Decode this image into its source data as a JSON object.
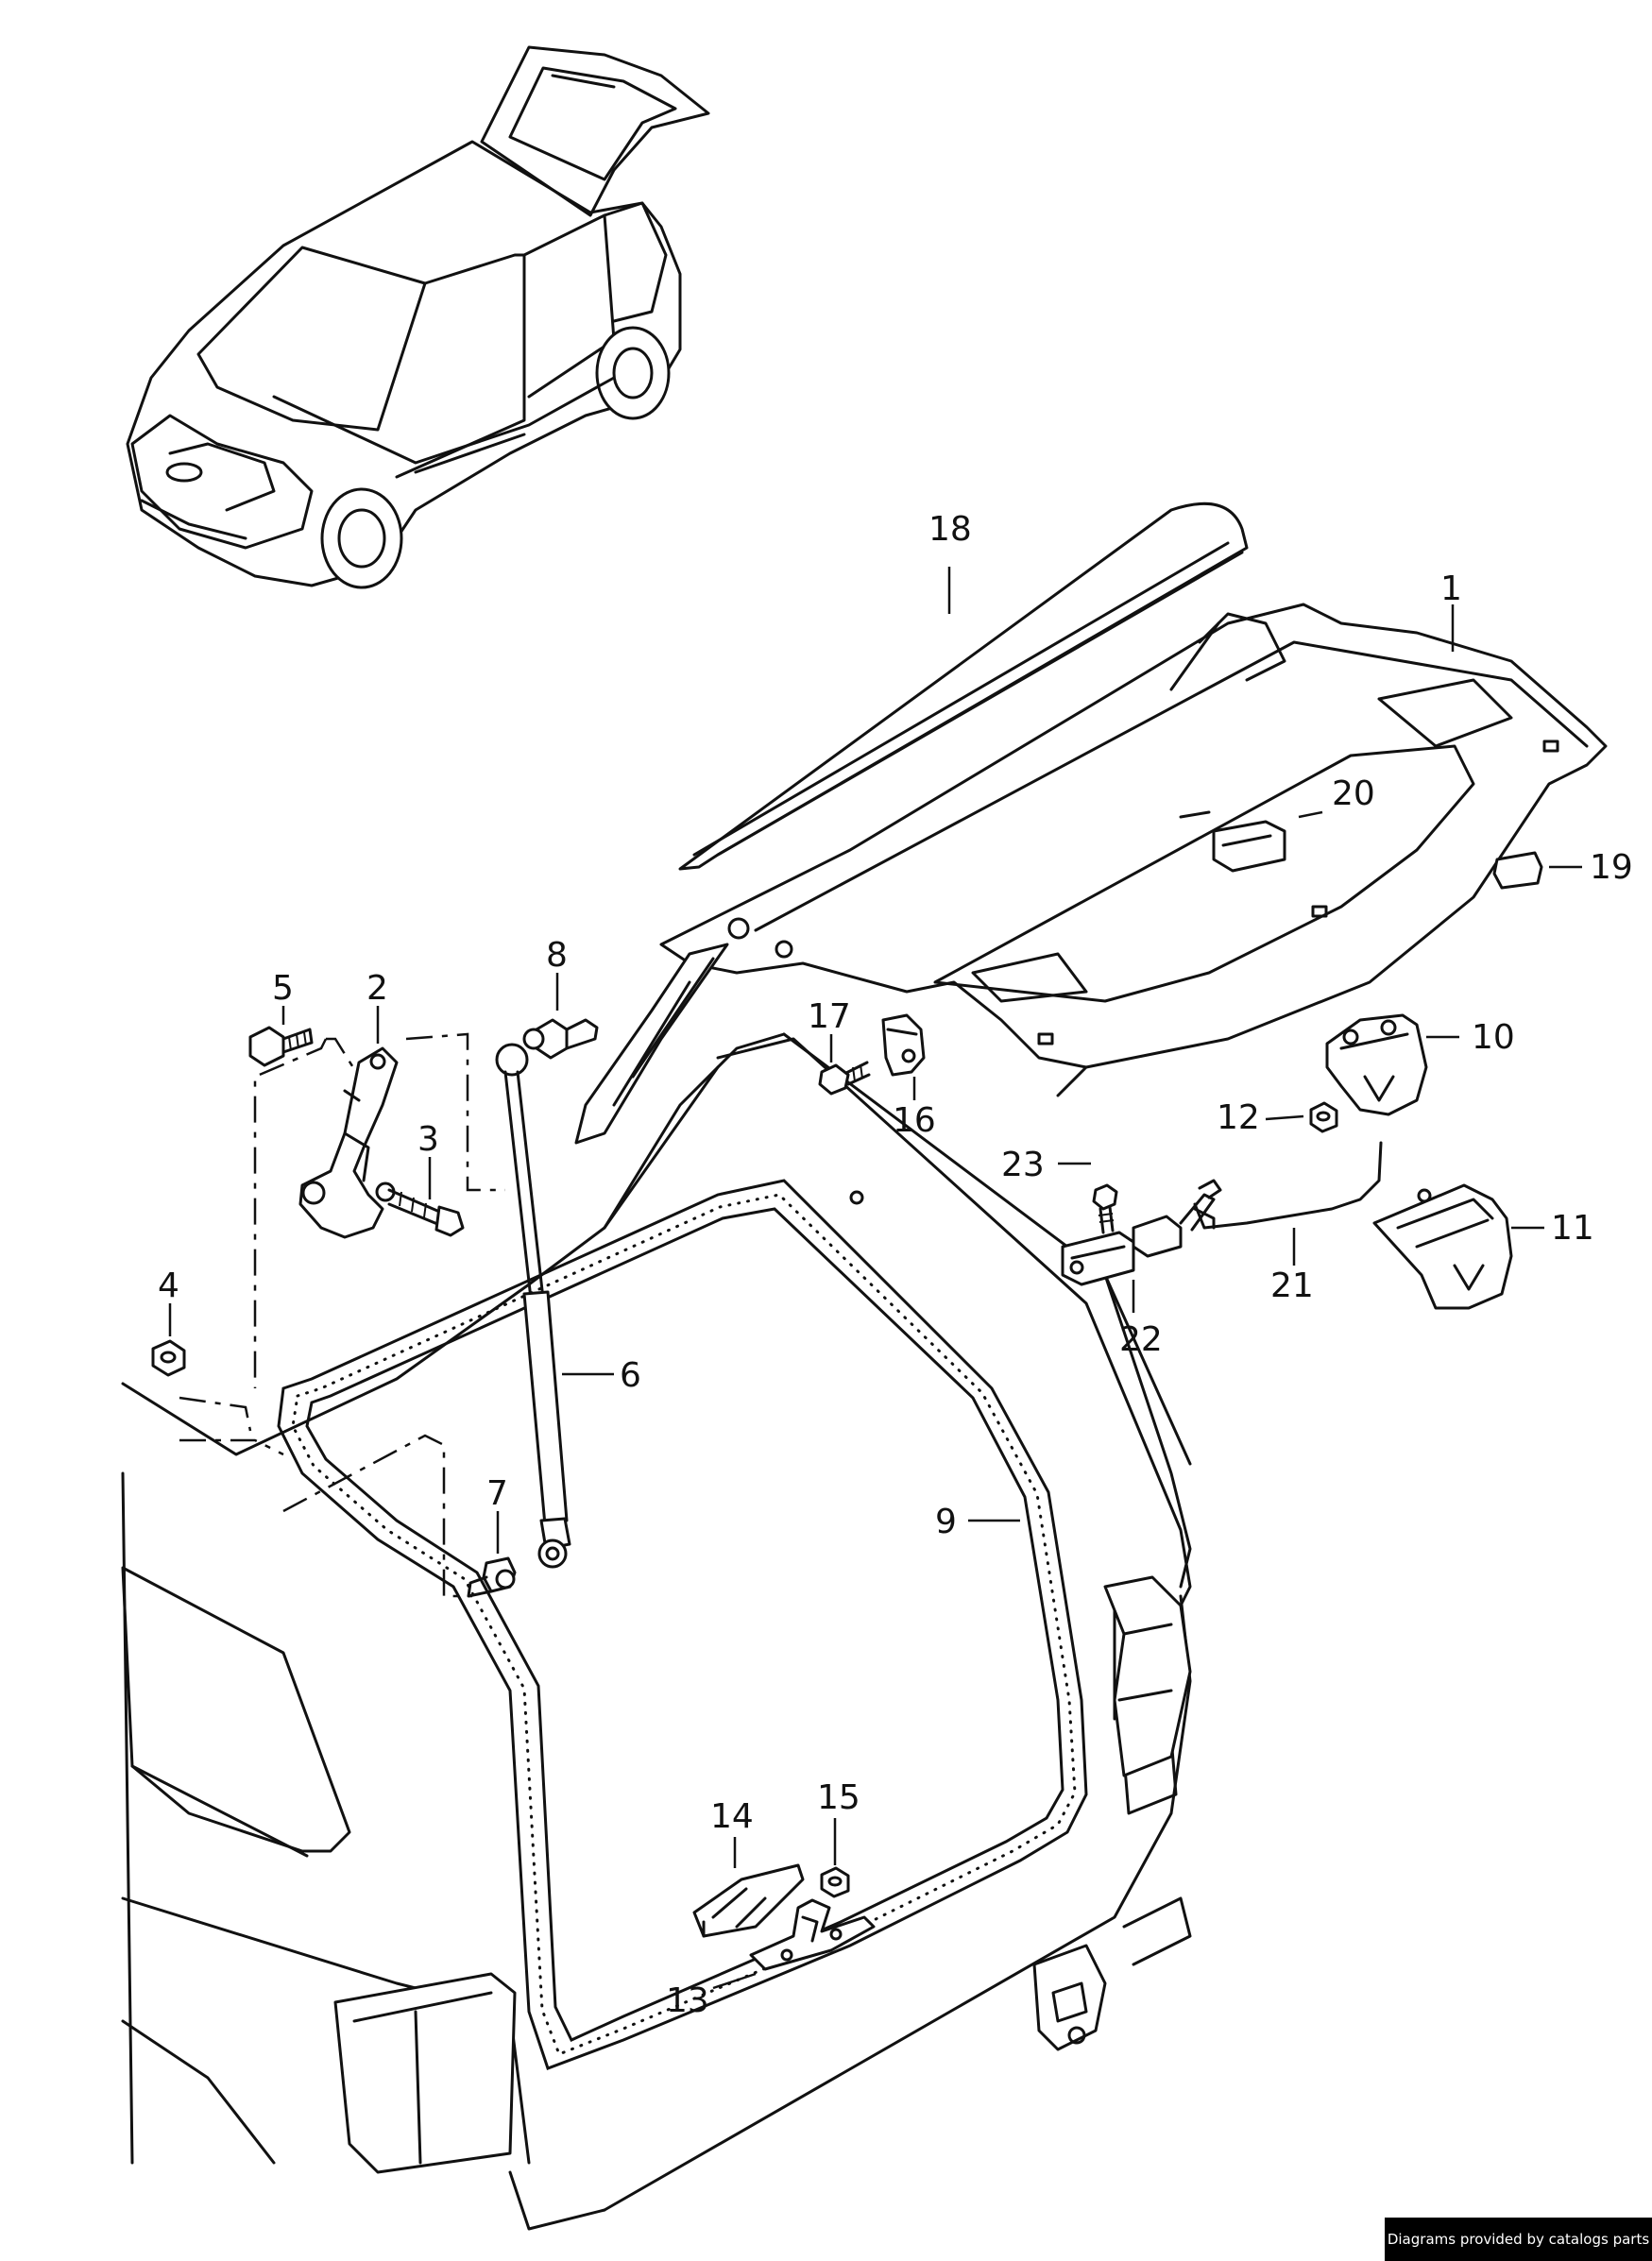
{
  "credit": "Diagrams provided by catalogs parts",
  "callouts": [
    {
      "id": "1",
      "label": "1"
    },
    {
      "id": "2",
      "label": "2"
    },
    {
      "id": "3",
      "label": "3"
    },
    {
      "id": "4",
      "label": "4"
    },
    {
      "id": "5",
      "label": "5"
    },
    {
      "id": "6",
      "label": "6"
    },
    {
      "id": "7",
      "label": "7"
    },
    {
      "id": "8",
      "label": "8"
    },
    {
      "id": "9",
      "label": "9"
    },
    {
      "id": "10",
      "label": "10"
    },
    {
      "id": "11",
      "label": "11"
    },
    {
      "id": "12",
      "label": "12"
    },
    {
      "id": "13",
      "label": "13"
    },
    {
      "id": "14",
      "label": "14"
    },
    {
      "id": "15",
      "label": "15"
    },
    {
      "id": "16",
      "label": "16"
    },
    {
      "id": "17",
      "label": "17"
    },
    {
      "id": "18",
      "label": "18"
    },
    {
      "id": "19",
      "label": "19"
    },
    {
      "id": "20",
      "label": "20"
    },
    {
      "id": "21",
      "label": "21"
    },
    {
      "id": "22",
      "label": "22"
    },
    {
      "id": "23",
      "label": "23"
    }
  ]
}
